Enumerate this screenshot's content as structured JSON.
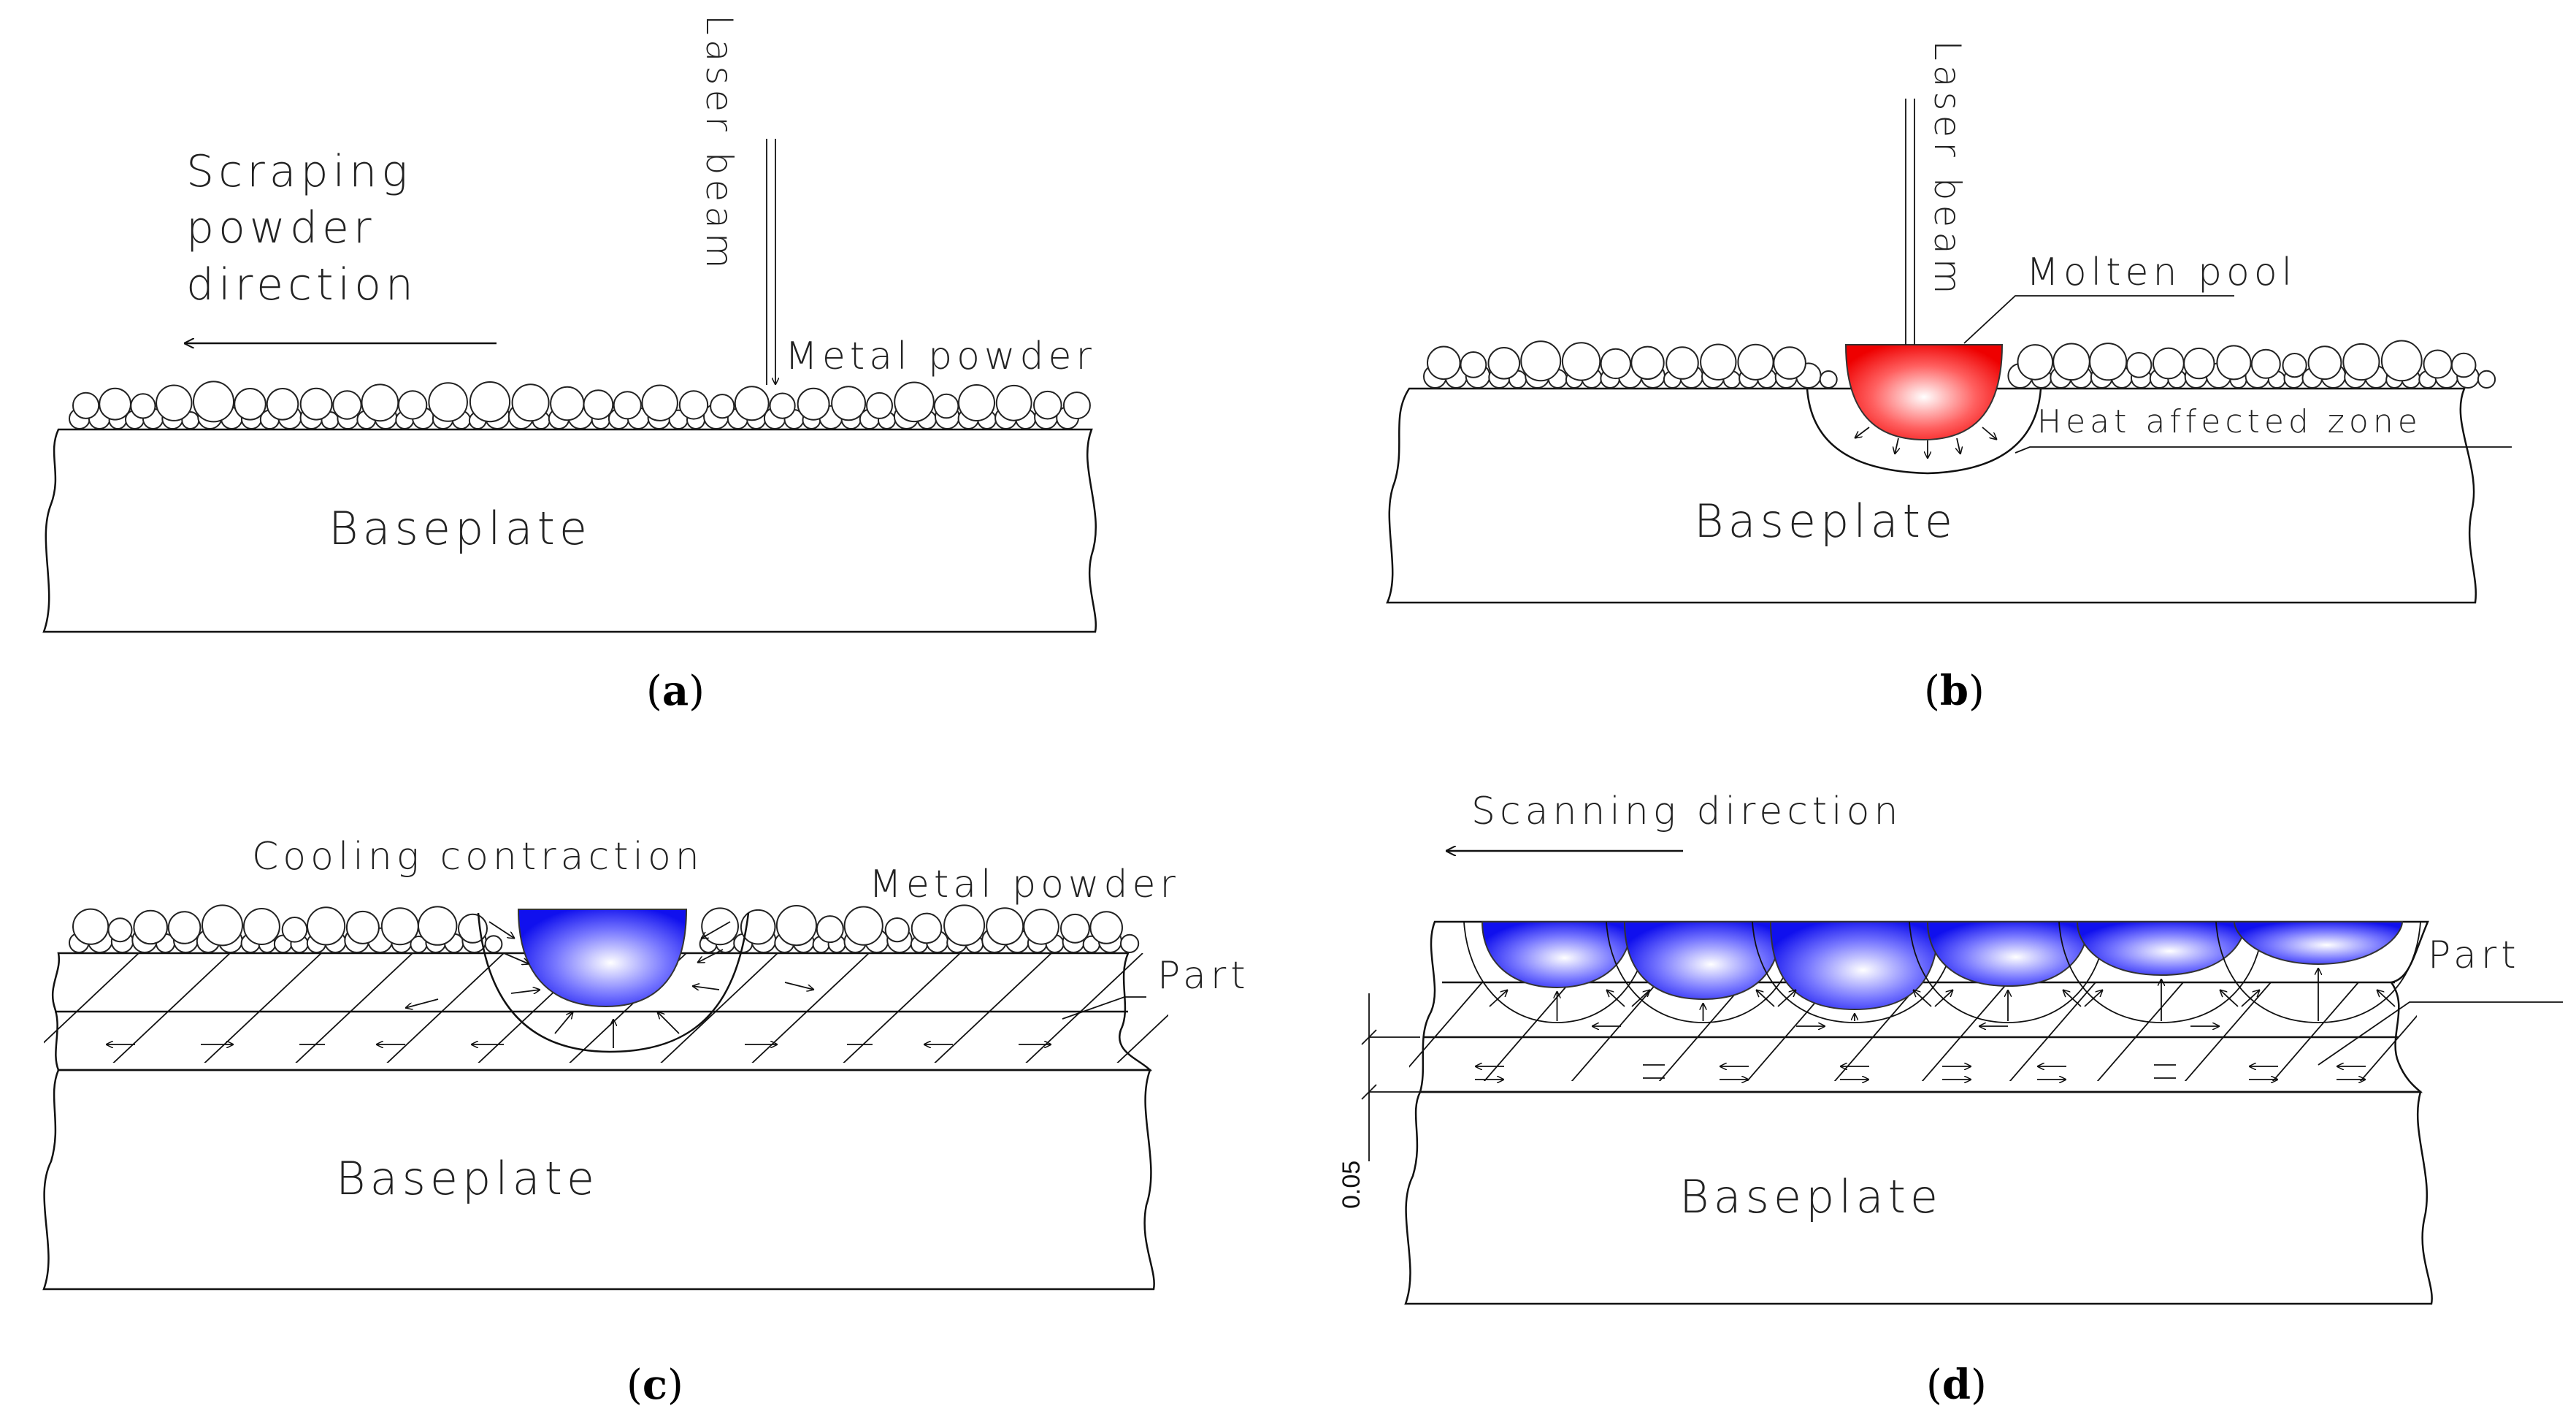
{
  "panels": [
    {
      "id": "a",
      "caption": "a",
      "labels": {
        "laser": "Laser beam",
        "direction": "Scraping powder direction",
        "direction_lines": [
          "Scraping",
          "powder",
          "direction"
        ],
        "powder": "Metal powder",
        "base": "Baseplate"
      }
    },
    {
      "id": "b",
      "caption": "b",
      "labels": {
        "laser": "Laser beam",
        "pool": "Molten pool",
        "haz": "Heat affected zone",
        "base": "Baseplate"
      },
      "pool_color": "#ff0000"
    },
    {
      "id": "c",
      "caption": "c",
      "labels": {
        "cooling": "Cooling contraction",
        "powder": "Metal powder",
        "part": "Part",
        "base": "Baseplate"
      },
      "pool_color": "#0000ff"
    },
    {
      "id": "d",
      "caption": "d",
      "labels": {
        "scan": "Scanning direction",
        "part": "Part",
        "thickness": "0.05",
        "base": "Baseplate"
      },
      "pool_color": "#0000ff"
    }
  ]
}
